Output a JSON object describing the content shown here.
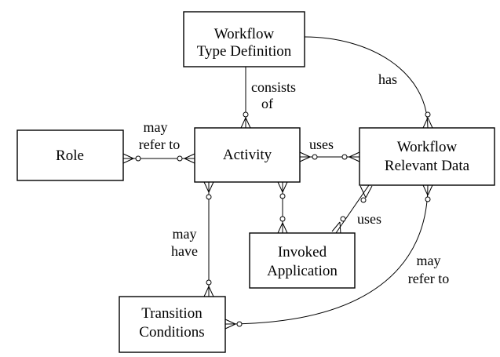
{
  "entities": {
    "workflow_type_definition": [
      "Workflow",
      "Type Definition"
    ],
    "role": [
      "Role"
    ],
    "activity": [
      "Activity"
    ],
    "workflow_relevant_data": [
      "Workflow",
      "Relevant Data"
    ],
    "invoked_application": [
      "Invoked",
      "Application"
    ],
    "transition_conditions": [
      "Transition",
      "Conditions"
    ]
  },
  "relationships": {
    "consists_of": [
      "consists",
      "of"
    ],
    "has": [
      "has"
    ],
    "may_refer_to_role": [
      "may",
      "refer to"
    ],
    "uses_data": [
      "uses"
    ],
    "uses_application": [
      "uses"
    ],
    "may_have": [
      "may",
      "have"
    ],
    "may_refer_to_data": [
      "may",
      "refer to"
    ]
  }
}
